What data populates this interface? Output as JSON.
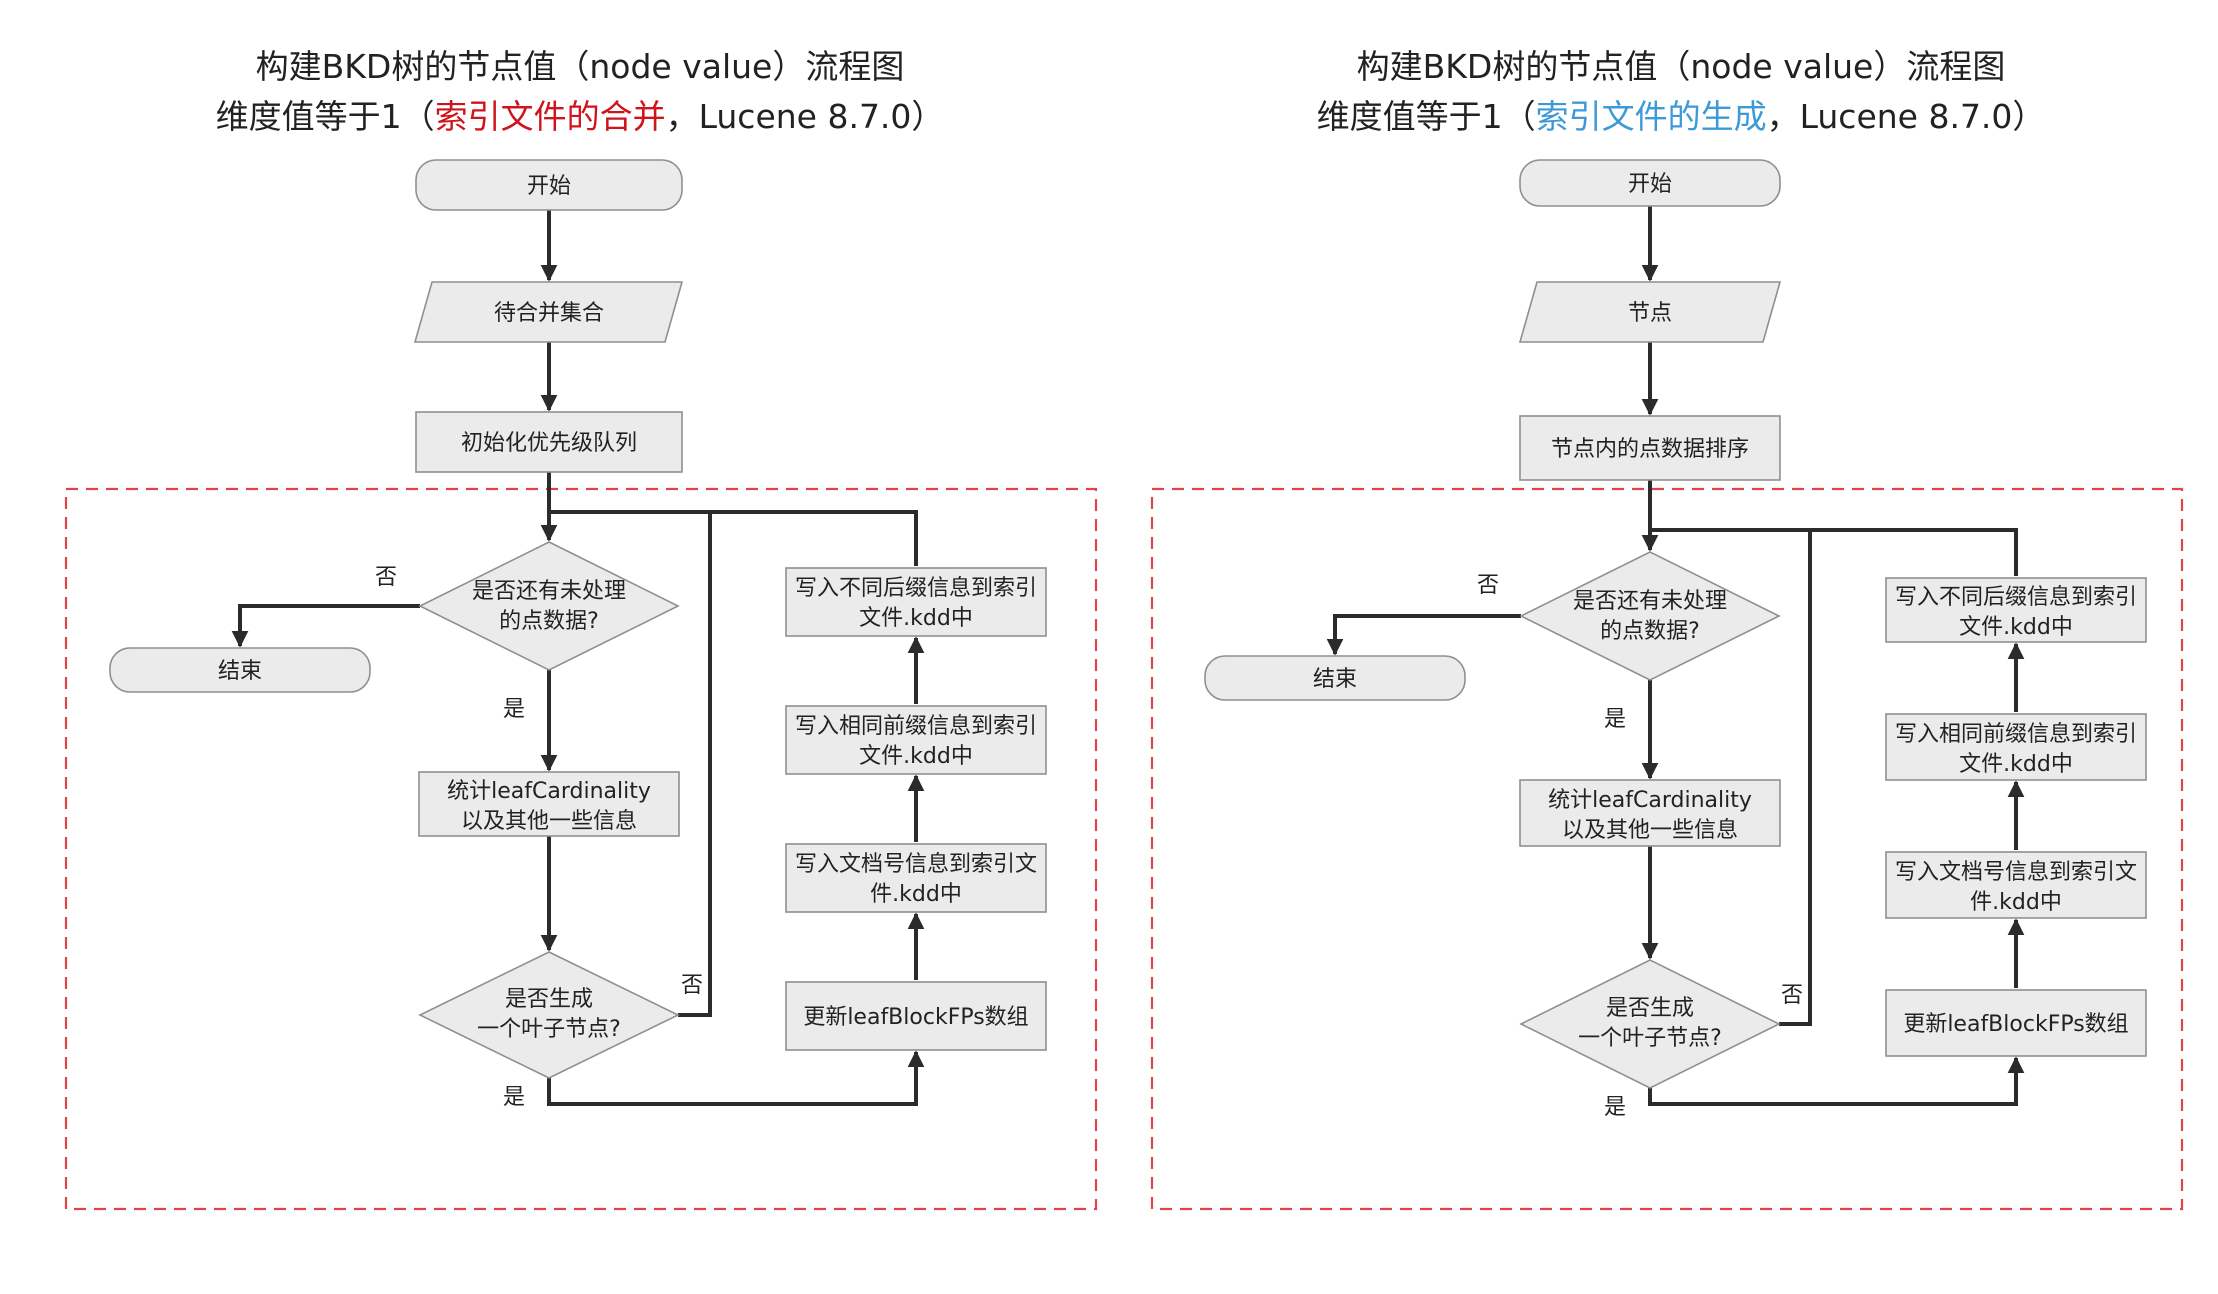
{
  "diagrams": [
    {
      "title_line1": "构建BKD树的节点值（node value）流程图",
      "title_line2_prefix": "维度值等于1（",
      "title_line2_highlight": "索引文件的合并",
      "title_line2_suffix": "，Lucene 8.7.0）",
      "highlight_color": "#d0141b",
      "nodes": {
        "start": "开始",
        "input": "待合并集合",
        "init": "初始化优先级队列",
        "has_more_1": "是否还有未处理",
        "has_more_2": "的点数据?",
        "end": "结束",
        "stats_1": "统计leafCardinality",
        "stats_2": "以及其他一些信息",
        "gen_leaf_1": "是否生成",
        "gen_leaf_2": "一个叶子节点?",
        "update": "更新leafBlockFPs数组",
        "write_doc_1": "写入文档号信息到索引文",
        "write_doc_2": "件.kdd中",
        "write_same_1": "写入相同前缀信息到索引",
        "write_same_2": "文件.kdd中",
        "write_diff_1": "写入不同后缀信息到索引",
        "write_diff_2": "文件.kdd中"
      },
      "labels": {
        "no_1": "否",
        "yes_1": "是",
        "no_2": "否",
        "yes_2": "是"
      }
    },
    {
      "title_line1": "构建BKD树的节点值（node value）流程图",
      "title_line2_prefix": "维度值等于1（",
      "title_line2_highlight": "索引文件的生成",
      "title_line2_suffix": "，Lucene 8.7.0）",
      "highlight_color": "#3d9ad6",
      "nodes": {
        "start": "开始",
        "input": "节点",
        "init": "节点内的点数据排序",
        "has_more_1": "是否还有未处理",
        "has_more_2": "的点数据?",
        "end": "结束",
        "stats_1": "统计leafCardinality",
        "stats_2": "以及其他一些信息",
        "gen_leaf_1": "是否生成",
        "gen_leaf_2": "一个叶子节点?",
        "update": "更新leafBlockFPs数组",
        "write_doc_1": "写入文档号信息到索引文",
        "write_doc_2": "件.kdd中",
        "write_same_1": "写入相同前缀信息到索引",
        "write_same_2": "文件.kdd中",
        "write_diff_1": "写入不同后缀信息到索引",
        "write_diff_2": "文件.kdd中"
      },
      "labels": {
        "no_1": "否",
        "yes_1": "是",
        "no_2": "否",
        "yes_2": "是"
      }
    }
  ]
}
